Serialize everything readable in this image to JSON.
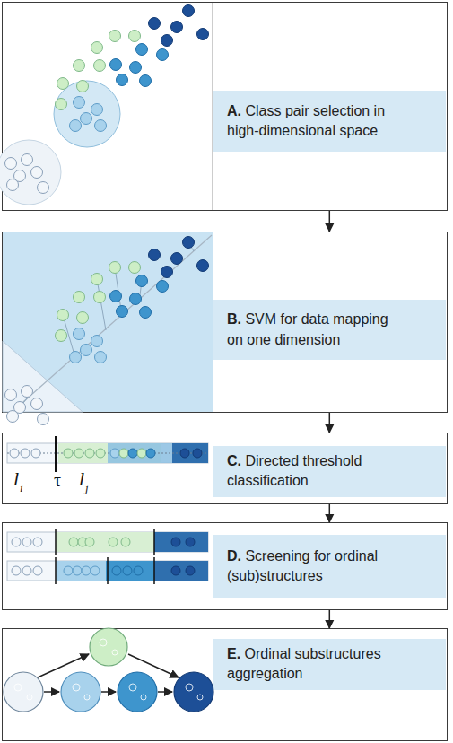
{
  "diagram": {
    "nodes": [
      {
        "text": [
          "A. Class pair selection in high-dimensional space"
        ]
      },
      {
        "text": [
          "B. SVM for data mapping on one dimension"
        ]
      },
      {
        "text": [
          "C. Directed threshold classification"
        ]
      },
      {
        "text": [
          "D. Screening for ordinal (sub)structures"
        ]
      },
      {
        "text": [
          "E. Ordinal substructures aggregation"
        ]
      }
    ],
    "edges": [
      {
        "from": 0,
        "to": 1,
        "arrow": "to"
      },
      {
        "from": 1,
        "to": 2,
        "arrow": "to"
      },
      {
        "from": 2,
        "to": 3,
        "arrow": "to"
      },
      {
        "from": 3,
        "to": 4,
        "arrow": "to"
      }
    ],
    "labels": [
      "l",
      "i",
      "τ",
      "l",
      "j"
    ]
  }
}
